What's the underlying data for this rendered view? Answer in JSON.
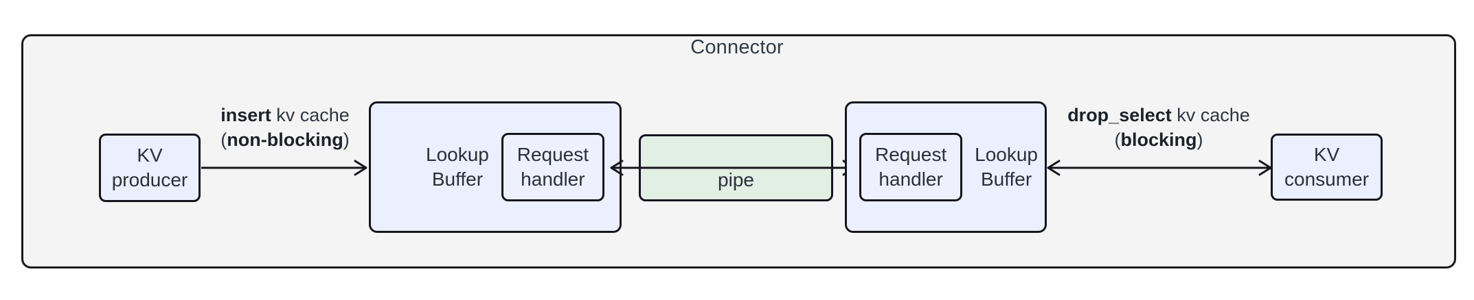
{
  "diagram": {
    "title": "Connector",
    "colors": {
      "container_fill": "#f4f4f4",
      "node_fill": "#eceffd",
      "pipe_fill": "#e2efe4",
      "stroke": "#14161c",
      "text": "#2a2f39"
    }
  },
  "nodes": {
    "kv_producer": {
      "line1": "KV",
      "line2": "producer"
    },
    "kv_consumer": {
      "line1": "KV",
      "line2": "consumer"
    },
    "lookup_buffer_left": {
      "line1": "Lookup",
      "line2": "Buffer",
      "request_handler": {
        "line1": "Request",
        "line2": "handler"
      }
    },
    "lookup_buffer_right": {
      "line1": "Lookup",
      "line2": "Buffer",
      "request_handler": {
        "line1": "Request",
        "line2": "handler"
      }
    },
    "pipe": {
      "label": "pipe"
    }
  },
  "edges": {
    "insert": {
      "op": "insert",
      "rest": " kv cache",
      "paren_open": "(",
      "mode": "non-blocking",
      "paren_close": ")",
      "direction": "right"
    },
    "pipe_link": {
      "direction": "both"
    },
    "drop_select": {
      "op": "drop_select",
      "rest": " kv cache",
      "paren_open": "(",
      "mode": "blocking",
      "paren_close": ")",
      "direction": "both"
    }
  }
}
